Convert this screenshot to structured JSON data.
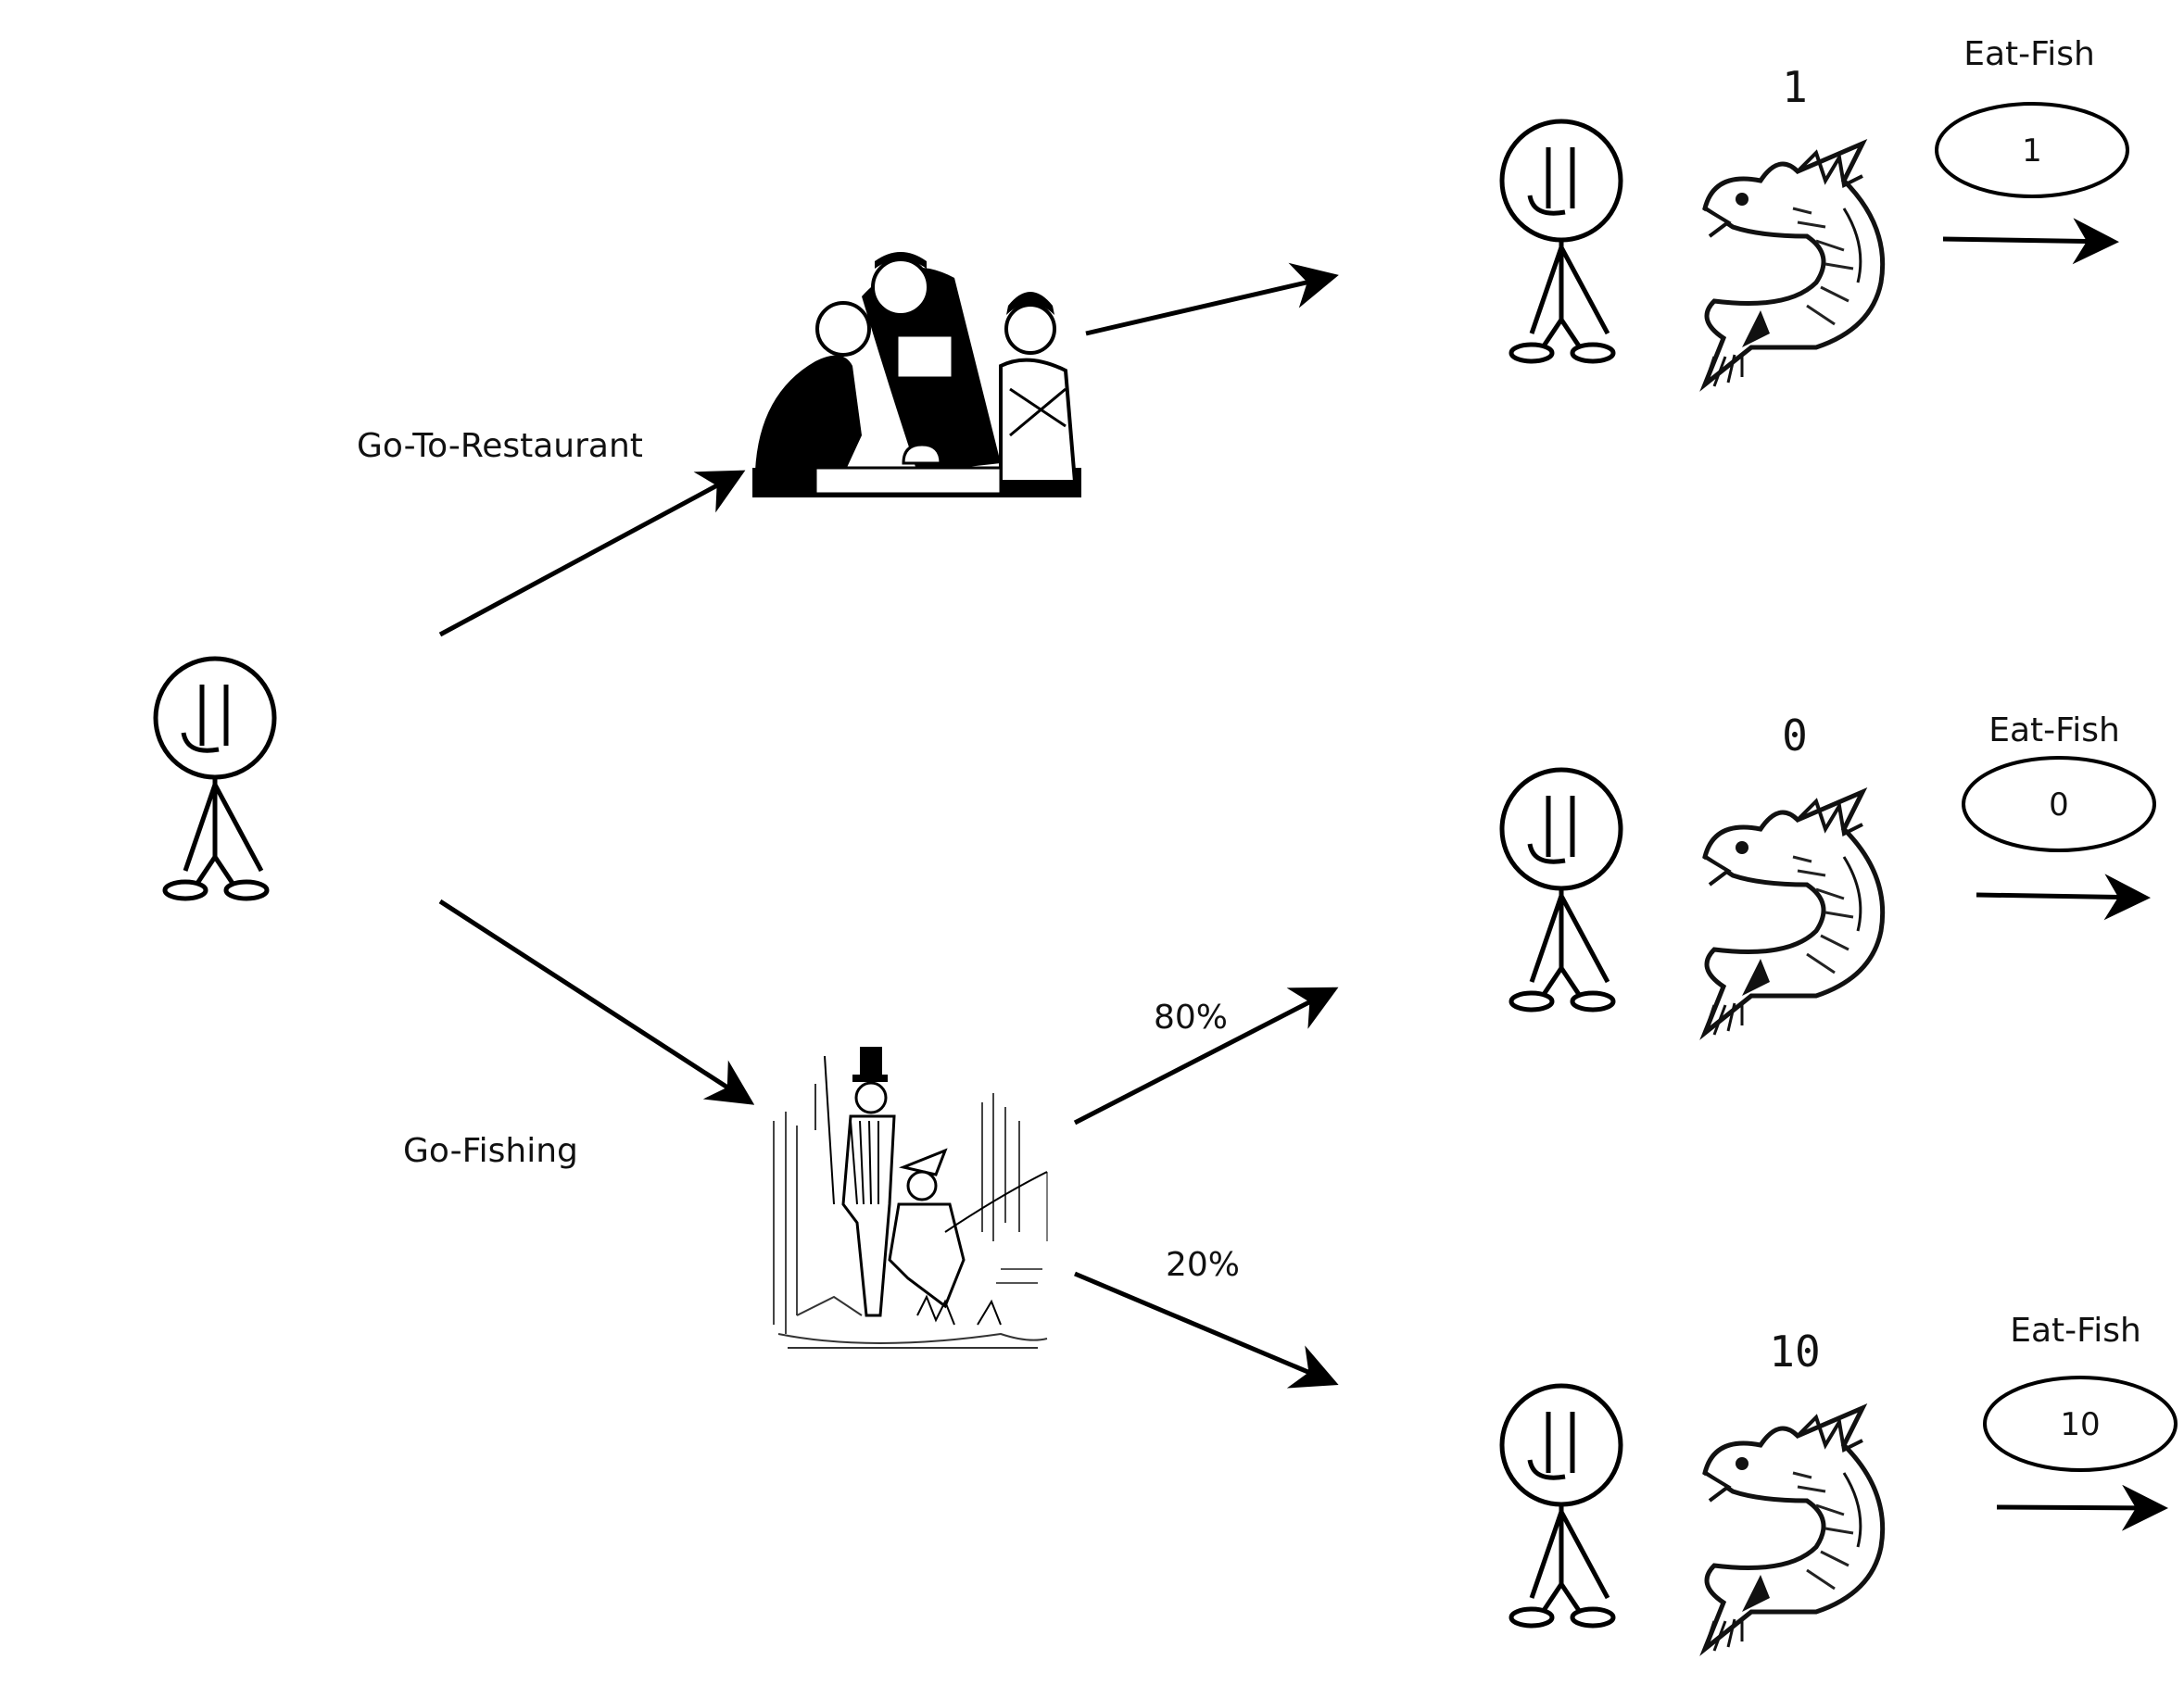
{
  "actions": {
    "restaurant": "Go-To-Restaurant",
    "fishing": "Go-Fishing"
  },
  "probabilities": {
    "success": "80%",
    "jackpot": "20%"
  },
  "outcomes": [
    {
      "fish_count": "1",
      "action": "Eat-Fish",
      "reward": "1"
    },
    {
      "fish_count": "0",
      "action": "Eat-Fish",
      "reward": "0"
    },
    {
      "fish_count": "10",
      "action": "Eat-Fish",
      "reward": "10"
    }
  ]
}
